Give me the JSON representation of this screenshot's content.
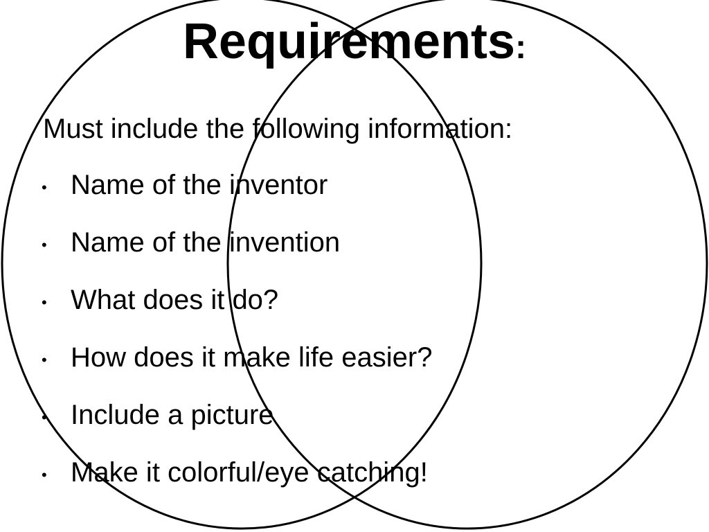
{
  "slide": {
    "title": "Requirements",
    "title_colon": ":",
    "intro": "Must include the following information:",
    "bullet_glyph": "•",
    "items": [
      "Name of the inventor",
      "Name of the invention",
      "What does it do?",
      "How does it make life easier?",
      "Include a picture",
      "Make it colorful/eye catching!"
    ]
  },
  "colors": {
    "background": "#ffffff",
    "text": "#000000",
    "circle_stroke": "#000000"
  }
}
